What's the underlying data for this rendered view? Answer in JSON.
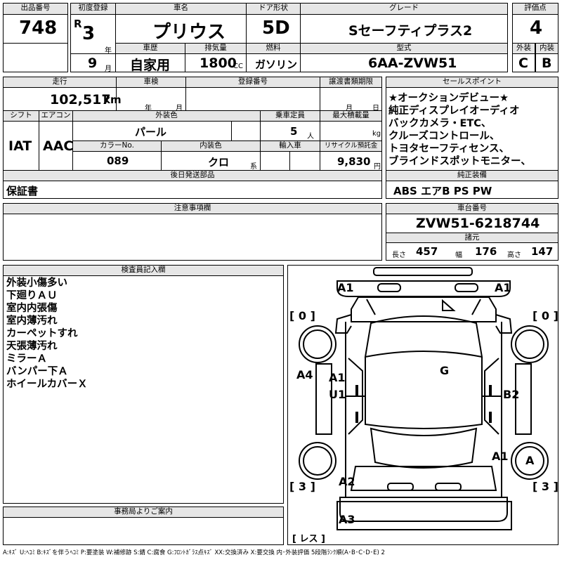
{
  "header": {
    "lot_label": "出品番号",
    "lot": "748",
    "first_reg_label": "初度登録",
    "era": "R",
    "reg_year": "3",
    "year_unit": "年",
    "reg_month": "9",
    "month_unit": "月",
    "car_name_label": "車名",
    "car_name": "プリウス",
    "door_label": "ドア形状",
    "door": "5D",
    "grade_label": "グレード",
    "grade": "Sセーフティプラス2",
    "eval_label": "評価点",
    "eval": "4",
    "history_label": "車歴",
    "history": "自家用",
    "displacement_label": "排気量",
    "displacement": "1800",
    "cc": "CC",
    "fuel_label": "燃料",
    "fuel": "ガソリン",
    "model_label": "型式",
    "model": "6AA-ZVW51",
    "ext_label": "外装",
    "ext": "C",
    "int_label": "内装",
    "int": "B"
  },
  "row2": {
    "mileage_label": "走行",
    "mileage": "102,517",
    "km": "km",
    "inspection_label": "車検",
    "y": "年",
    "m": "月",
    "regno_label": "登録番号",
    "transfer_label": "譲渡書類期限",
    "tm": "月",
    "td": "日",
    "shift_label": "シフト",
    "shift": "IAT",
    "ac_label": "エアコン",
    "ac": "AAC",
    "color_label": "外装色",
    "color": "パール",
    "capacity_label": "乗車定員",
    "capacity": "5",
    "person": "人",
    "load_label": "最大積載量",
    "kg": "kg",
    "colorno_label": "カラーNo.",
    "colorno": "089",
    "interior_label": "内装色",
    "interior": "クロ",
    "kei": "系",
    "import_label": "輸入車",
    "recycle_label": "リサイクル預託金",
    "recycle": "9,830",
    "yen": "円",
    "later_label": "後日発送部品",
    "later": "保証書"
  },
  "sales": {
    "label": "セールスポイント",
    "lines": [
      "★オークションデビュー★",
      "純正ディスプレイオーディオ",
      "バックカメラ・ETC、",
      "クルーズコントロール、",
      "トヨタセーフティセンス、",
      "ブラインドスポットモニター、"
    ]
  },
  "equip": {
    "label": "純正装備",
    "value": "ABS エアB PS PW"
  },
  "notes": {
    "label": "注意事項欄"
  },
  "chassis": {
    "label": "車台番号",
    "value": "ZVW51-6218744"
  },
  "dims": {
    "label": "諸元",
    "l_label": "長さ",
    "l": "457",
    "w_label": "幅",
    "w": "176",
    "h_label": "高さ",
    "h": "147"
  },
  "inspector": {
    "label": "検査員記入欄",
    "lines": [
      "外装小傷多い",
      "下廻りＡＵ",
      "室内内張傷",
      "室内薄汚れ",
      "カーペットすれ",
      "天張薄汚れ",
      "ミラーＡ",
      "バンパー下Ａ",
      "ホイールカバーＸ"
    ]
  },
  "office": {
    "label": "事務局よりご案内"
  },
  "diagram": {
    "a1_left": "A1",
    "a1_right": "A1",
    "tread_fl": "[ 0 ]",
    "tread_fr": "[ 0 ]",
    "a4": "A4",
    "a1_mid": "A1",
    "u1": "U1",
    "g": "G",
    "b2": "B2",
    "a1_rr": "A1",
    "a_circle": "A",
    "tread_rl": "[ 3 ]",
    "tread_rr": "[ 3 ]",
    "a2": "A2",
    "a3": "A3",
    "spare": "[ レス ]"
  },
  "legend": "A:ｷｽﾞ  U:ﾍｺﾐ  B:ｷｽﾞを伴うﾍｺﾐ  P:要塗装  W:補修跡  S:錆  C:腐食  G:ﾌﾛﾝﾄｶﾞﾗｽ点ｷｽﾞ  XX:交換済み  X:要交換  内･外装評価  5段階ﾗﾝｸ順(A･B･C･D･E) 2"
}
